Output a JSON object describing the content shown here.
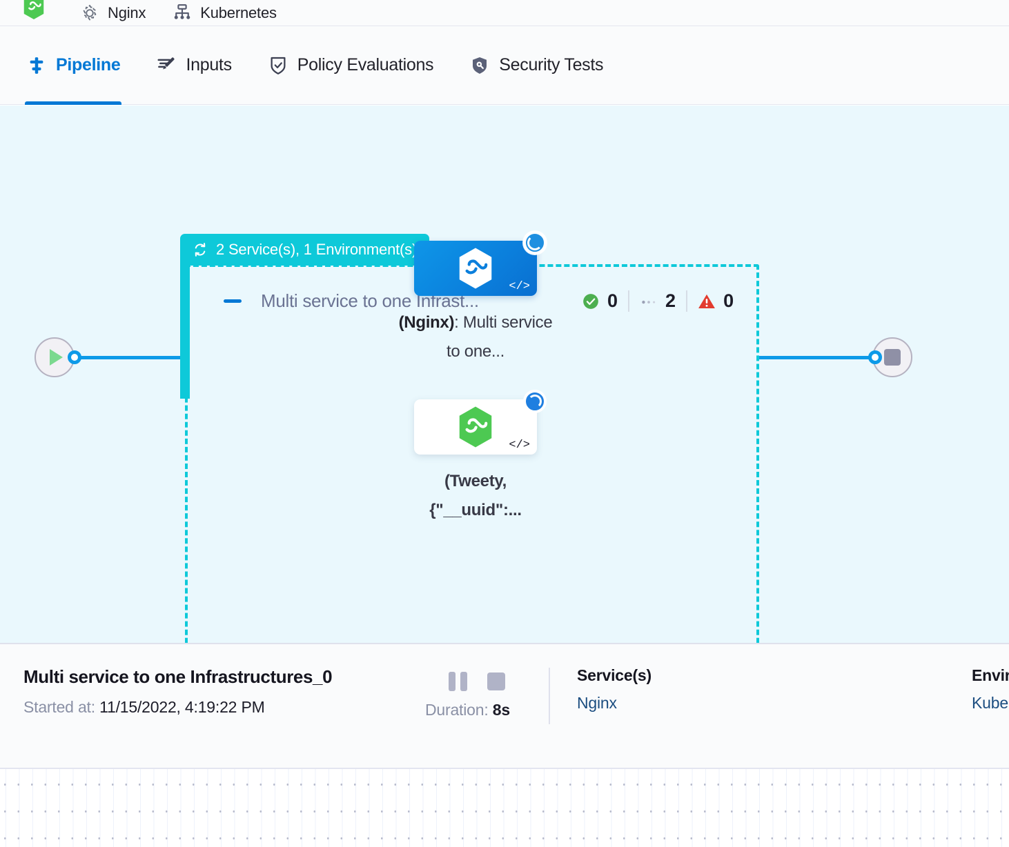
{
  "breadcrumb": {
    "items": [
      {
        "icon": "harness-hexagon-icon",
        "label": ""
      },
      {
        "icon": "gear-icon",
        "label": "Nginx"
      },
      {
        "icon": "infrastructure-icon",
        "label": "Kubernetes"
      }
    ]
  },
  "tabs": [
    {
      "id": "pipeline",
      "label": "Pipeline",
      "icon": "pipeline-icon",
      "active": true
    },
    {
      "id": "inputs",
      "label": "Inputs",
      "icon": "inputs-wand-icon",
      "active": false
    },
    {
      "id": "policy-evaluations",
      "label": "Policy Evaluations",
      "icon": "shield-check-icon",
      "active": false
    },
    {
      "id": "security-tests",
      "label": "Security Tests",
      "icon": "shield-scan-icon",
      "active": false
    }
  ],
  "pipeline": {
    "group": {
      "badge_label": "2 Service(s), 1 Environment(s)",
      "badge_icon": "loop-repeat-icon",
      "badge_color": "#0ec9d9",
      "collapse_icon": "minus-icon",
      "title": "Multi service to one Infrast...",
      "counters": [
        {
          "icon": "success-check-icon",
          "color": "#4caf50",
          "value": "0"
        },
        {
          "icon": "dotted-running-icon",
          "color": "#a9adc2",
          "value": "2"
        },
        {
          "icon": "warning-triangle-icon",
          "color": "#e23b2e",
          "value": "0"
        }
      ]
    },
    "nodes": [
      {
        "id": "nginx-service",
        "style": "blue",
        "icon": "harness-hexagon-white-icon",
        "status_icon": "spinner-running-icon",
        "code_glyph": "</>",
        "label_bold": "(Nginx)",
        "label_rest": ": Multi service to one..."
      },
      {
        "id": "tweety-service",
        "style": "white",
        "icon": "harness-hexagon-green-icon",
        "status_icon": "spinner-running-icon",
        "code_glyph": "</>",
        "label_line1": "(Tweety,",
        "label_line2": "{\"__uuid\":..."
      }
    ],
    "start_node": {
      "icon": "play-icon",
      "color": "#7bd98f"
    },
    "stop_node": {
      "icon": "stop-square-icon",
      "color": "#8f90a6"
    }
  },
  "detail": {
    "title": "Multi service to one Infrastructures_0",
    "started_label": "Started at:",
    "started_value": "11/15/2022, 4:19:22 PM",
    "duration_label": "Duration:",
    "duration_value": "8s",
    "pause_icon": "pause-icon",
    "stop_icon": "stop-icon",
    "services": {
      "heading": "Service(s)",
      "value": "Nginx"
    },
    "environments": {
      "heading": "Environment(s)",
      "value": "Kubernetes"
    }
  }
}
